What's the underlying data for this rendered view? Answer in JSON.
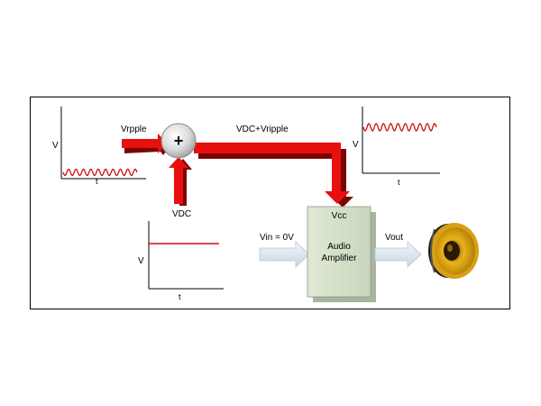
{
  "labels": {
    "vripple": "Vrpple",
    "vdc_plus_vripple": "VDC+Vripple",
    "vdc": "VDC",
    "plus_sign": "+",
    "vcc": "Vcc",
    "vin": "Vin = 0V",
    "amplifier_line1": "Audio",
    "amplifier_line2": "Amplifier",
    "vout": "Vout"
  },
  "graphs": {
    "ripple": {
      "y_axis": "V",
      "x_axis": "t"
    },
    "dc_plus_ripple": {
      "y_axis": "V",
      "x_axis": "t"
    },
    "dc": {
      "y_axis": "V",
      "x_axis": "t"
    }
  },
  "colors": {
    "power_arrow": "#e8100e",
    "power_arrow_shadow": "#7a0404",
    "waveform": "#cc1111",
    "signal_arrow": "#dde6f0",
    "amplifier_body": "#d8e4cc",
    "amplifier_shadow": "#a9b59e"
  },
  "icons": {
    "summing_junction": "plus-circle-icon",
    "speaker": "speaker-icon"
  }
}
